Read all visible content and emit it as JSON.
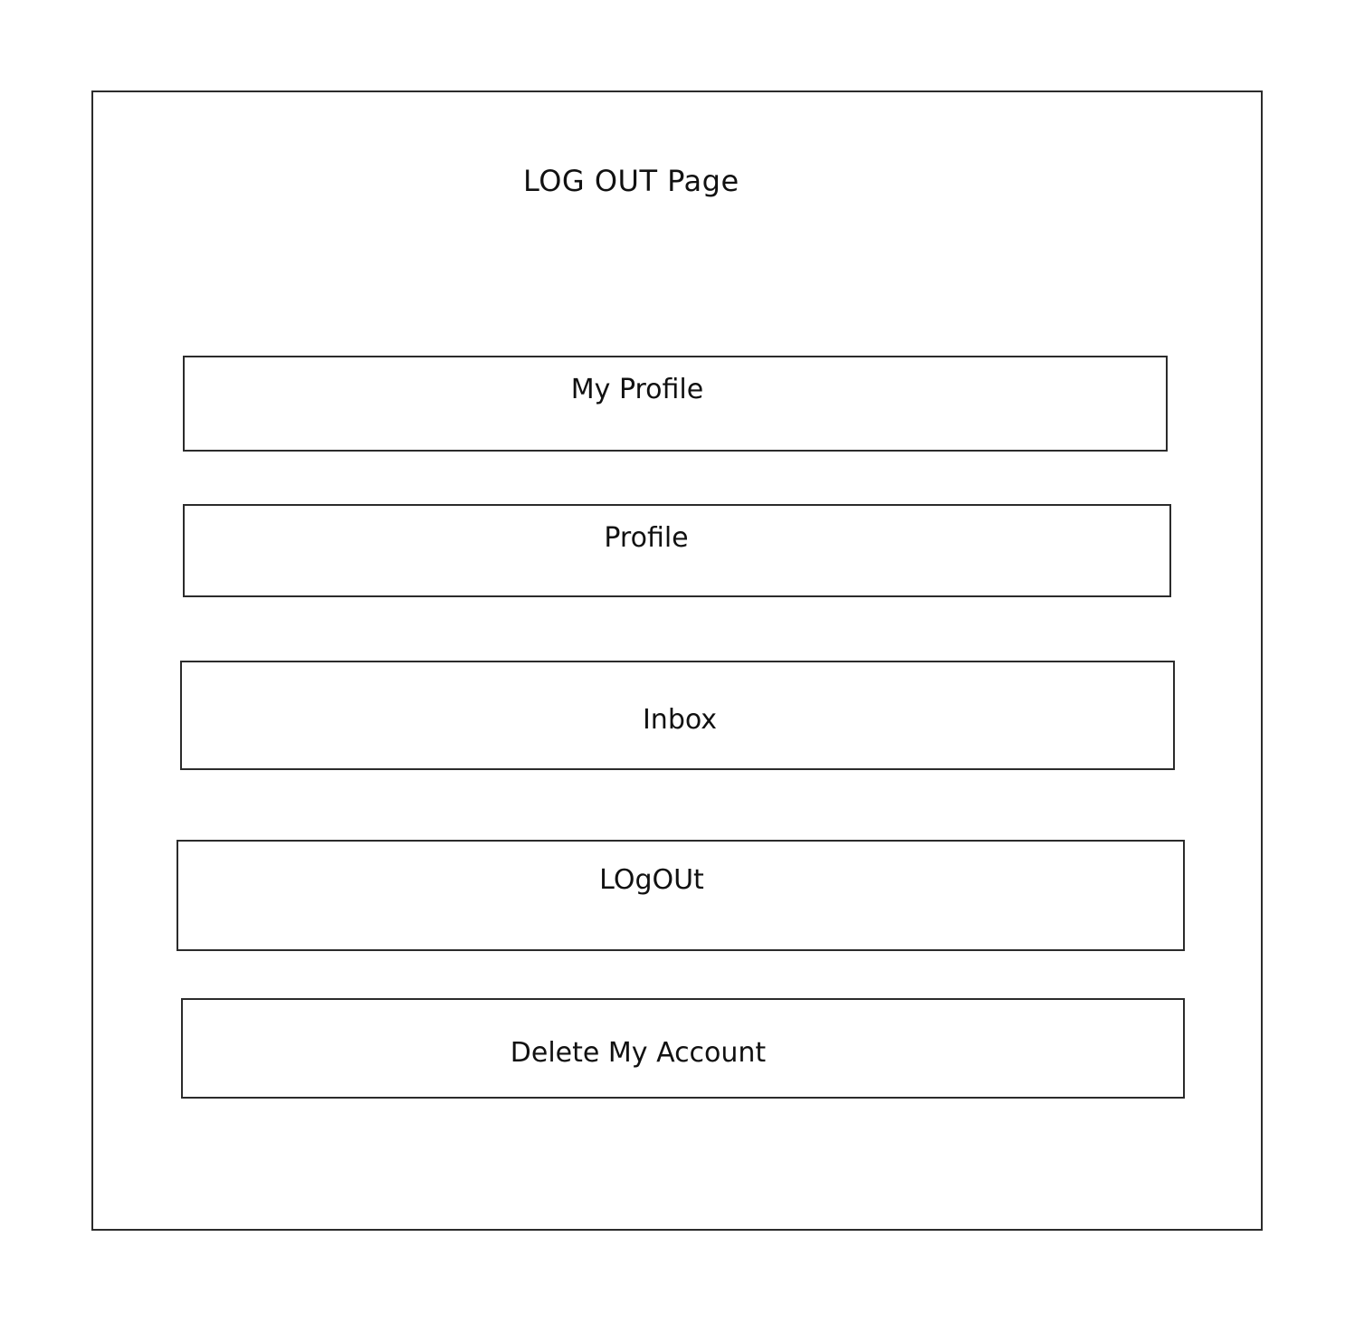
{
  "page": {
    "title": "LOG OUT Page"
  },
  "menu": {
    "items": [
      {
        "label": "My Profile"
      },
      {
        "label": "Profile"
      },
      {
        "label": "Inbox"
      },
      {
        "label": "LOgOUt"
      },
      {
        "label": "Delete My Account"
      }
    ]
  },
  "colors": {
    "background": "#ffffff",
    "border": "#2b2b2b",
    "text": "#111111"
  }
}
